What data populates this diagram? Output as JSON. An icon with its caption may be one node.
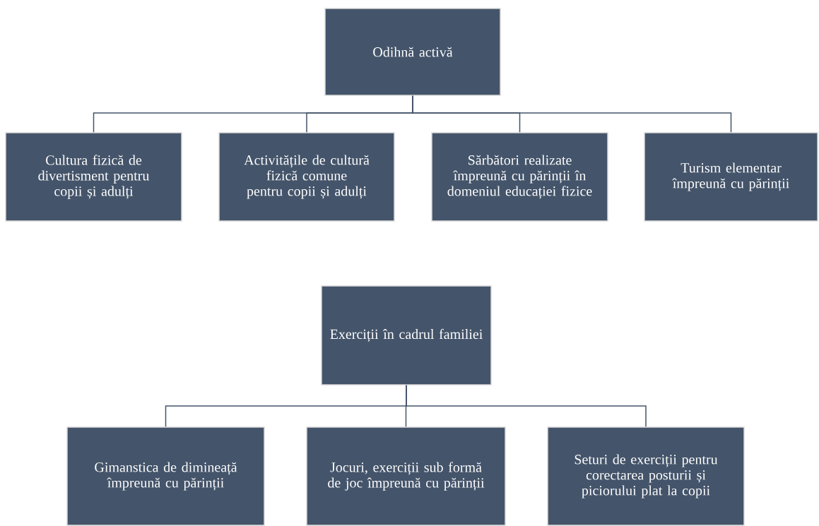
{
  "diagram": {
    "nodes": [
      {
        "text": [
          "Odihnă activă"
        ]
      },
      {
        "text": [
          "Cultura fizică de divertisment pentru copii și adulți"
        ]
      },
      {
        "text": [
          "Activitățile de cultură fizică comune pentru copii și adulți"
        ]
      },
      {
        "text": [
          "Sărbători realizate împreună cu părinții în domeniul educației fizice"
        ]
      },
      {
        "text": [
          "Turism elementar împreună cu părinții"
        ]
      },
      {
        "text": [
          "Exerciții în cadrul familiei"
        ]
      },
      {
        "text": [
          "Gimanstica de dimineață împreună cu părinții"
        ]
      },
      {
        "text": [
          "Jocuri, exerciții sub formă de joc împreună cu părinții"
        ]
      },
      {
        "text": [
          "Seturi de exerciții pentru corectarea posturii și piciorului plat la copii"
        ]
      }
    ],
    "edges": [
      {
        "from": 0,
        "to": 1,
        "arrow": "none"
      },
      {
        "from": 0,
        "to": 2,
        "arrow": "none"
      },
      {
        "from": 0,
        "to": 3,
        "arrow": "none"
      },
      {
        "from": 0,
        "to": 4,
        "arrow": "none"
      },
      {
        "from": 5,
        "to": 6,
        "arrow": "none"
      },
      {
        "from": 5,
        "to": 7,
        "arrow": "none"
      },
      {
        "from": 5,
        "to": 8,
        "arrow": "none"
      }
    ]
  }
}
